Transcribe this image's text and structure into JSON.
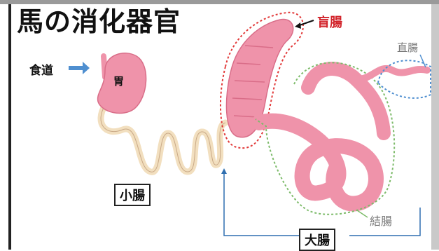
{
  "title": "馬の消化器官",
  "labels": {
    "esophagus": "食道",
    "stomach": "胃",
    "cecum": "盲腸",
    "rectum": "直腸",
    "colon": "結腸",
    "small_intestine": "小腸",
    "large_intestine": "大腸"
  },
  "colors": {
    "organ_pink": "#ef93aa",
    "organ_shade": "#d96d88",
    "small_intestine": "#f2dfbf",
    "esophagus_arrow": "#4f8fd0",
    "cecum_outline": "#e23a3a",
    "colon_outline": "#7dbb6a",
    "rectum_outline": "#4f8fd0",
    "connector_line": "#2f6fb0"
  }
}
